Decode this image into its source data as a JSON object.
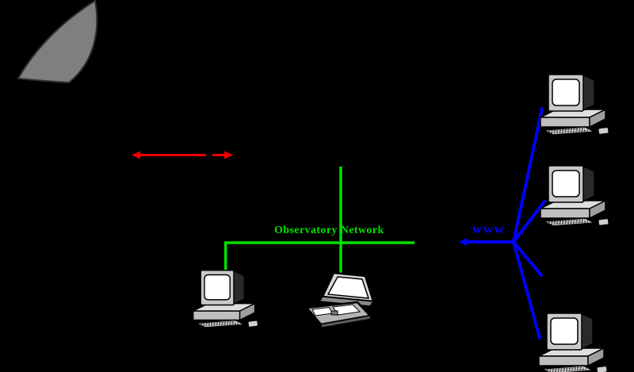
{
  "diagram": {
    "background_color": "#000000",
    "labels": {
      "observatory_network": "Observatory Network",
      "www": "www"
    },
    "colors": {
      "observatory_lan_line": "#00e000",
      "internet_line": "#0000ff",
      "wireless_link_line": "#ee0000",
      "dish_fill": "#7f7f7f",
      "computer_body": "#c9c9c9",
      "computer_screen": "#ffffff"
    },
    "icons": {
      "dish": "radio-dish-icon",
      "desktop": "desktop-computer-icon",
      "laptop": "laptop-computer-icon"
    },
    "structure": {
      "lan_nodes": [
        "desktop-computer",
        "laptop-computer"
      ],
      "internet_nodes": [
        "desktop-computer",
        "desktop-computer",
        "desktop-computer"
      ]
    }
  }
}
